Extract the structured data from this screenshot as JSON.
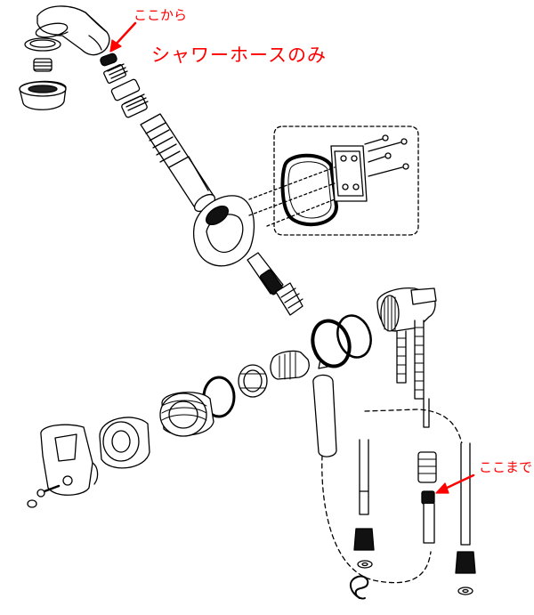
{
  "annotations": {
    "from_label": "ここから",
    "title": "シャワーホースのみ",
    "to_label": "ここまで"
  },
  "colors": {
    "annotation": "#ff0000",
    "line": "#000000",
    "background": "#ffffff"
  }
}
